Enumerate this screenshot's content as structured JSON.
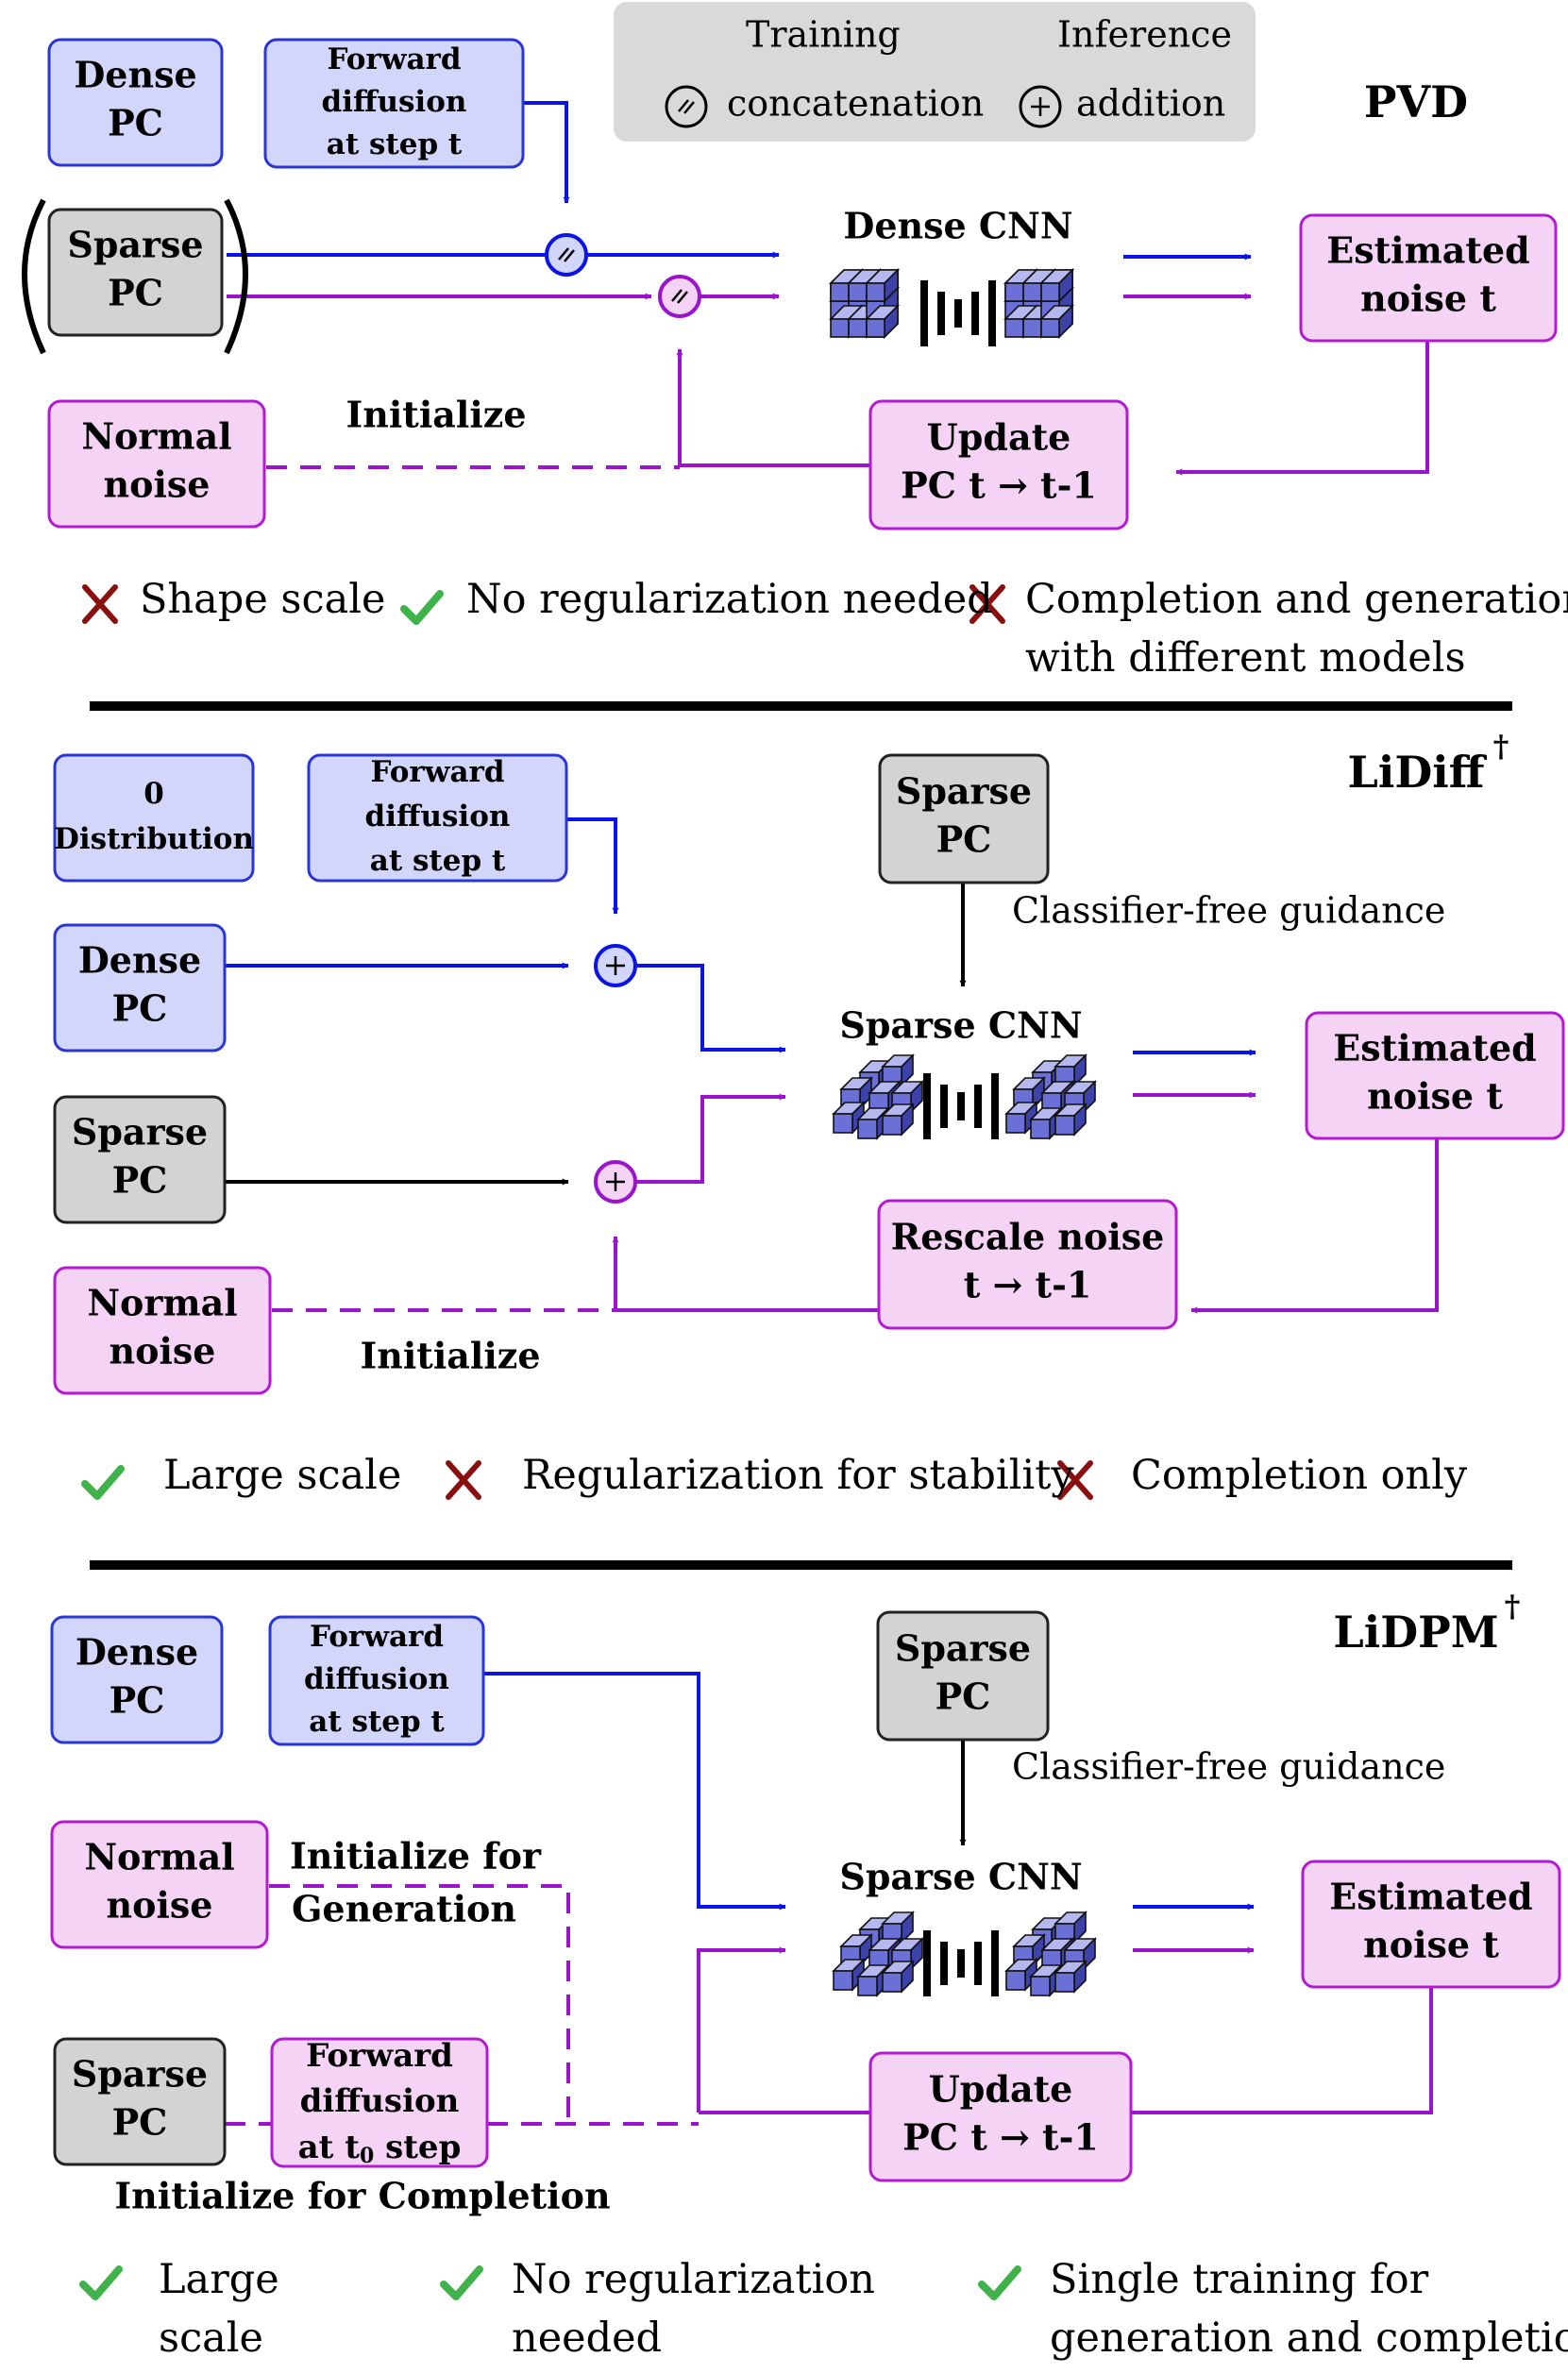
{
  "legend": {
    "training": "Training",
    "inference": "Inference",
    "concatenation": "concatenation",
    "addition": "addition"
  },
  "colors": {
    "training": "#0a14e6",
    "inference": "#9a14cc",
    "dense_fill": "#d2d6fa",
    "dense_stroke": "#2a35d8",
    "sparse_fill": "#d3d3d3",
    "pink_fill": "#f5d3f5",
    "pink_stroke": "#b31ad1",
    "check": "#3fb34a",
    "cross": "#8a0f0f"
  },
  "pvd": {
    "title": "PVD",
    "dense_pc": [
      "Dense",
      "PC"
    ],
    "forward": [
      "Forward",
      "diffusion",
      "at  step t"
    ],
    "sparse_pc": [
      "Sparse",
      "PC"
    ],
    "network": "Dense CNN",
    "estimated": [
      "Estimated",
      "noise t"
    ],
    "normal_noise": [
      "Normal",
      "noise"
    ],
    "initialize": "Initialize",
    "update": [
      "Update",
      "PC t → t-1"
    ],
    "notes": [
      {
        "mark": "cross",
        "lines": [
          "Shape scale"
        ]
      },
      {
        "mark": "check",
        "lines": [
          "No regularization needed"
        ]
      },
      {
        "mark": "cross",
        "lines": [
          "Completion and generation",
          "with different models"
        ]
      }
    ]
  },
  "lidiff": {
    "title": "LiDiff",
    "title_sup": "†",
    "zero_dist": [
      "0",
      "Distribution"
    ],
    "forward": [
      "Forward",
      "diffusion",
      "at  step t"
    ],
    "dense_pc": [
      "Dense",
      "PC"
    ],
    "sparse_pc_left": [
      "Sparse",
      "PC"
    ],
    "sparse_pc_top": [
      "Sparse",
      "PC"
    ],
    "guidance": "Classifier-free guidance",
    "network": "Sparse CNN",
    "estimated": [
      "Estimated",
      "noise t"
    ],
    "normal_noise": [
      "Normal",
      "noise"
    ],
    "initialize": "Initialize",
    "rescale": [
      "Rescale noise",
      "t → t-1"
    ],
    "notes": [
      {
        "mark": "check",
        "lines": [
          "Large scale"
        ]
      },
      {
        "mark": "cross",
        "lines": [
          "Regularization for stability"
        ]
      },
      {
        "mark": "cross",
        "lines": [
          "Completion only"
        ]
      }
    ]
  },
  "lidpm": {
    "title": "LiDPM",
    "title_sup": "†",
    "dense_pc": [
      "Dense",
      "PC"
    ],
    "forward": [
      "Forward",
      "diffusion",
      "at  step t"
    ],
    "sparse_pc_top": [
      "Sparse",
      "PC"
    ],
    "guidance": "Classifier-free guidance",
    "normal_noise": [
      "Normal",
      "noise"
    ],
    "init_generation": [
      "Initialize for",
      "Generation"
    ],
    "network": "Sparse CNN",
    "estimated": [
      "Estimated",
      "noise t"
    ],
    "sparse_pc_left": [
      "Sparse",
      "PC"
    ],
    "forward_t0": [
      "Forward",
      "diffusion"
    ],
    "forward_t0_last_prefix": "at t",
    "forward_t0_last_sub": "0",
    "forward_t0_last_suffix": " step",
    "update": [
      "Update",
      "PC t → t-1"
    ],
    "init_completion": "Initialize for Completion",
    "notes": [
      {
        "mark": "check",
        "lines": [
          "Large",
          "scale"
        ]
      },
      {
        "mark": "check",
        "lines": [
          "No regularization",
          "needed"
        ]
      },
      {
        "mark": "check",
        "lines": [
          "Single training for",
          "generation and completion"
        ]
      }
    ]
  }
}
